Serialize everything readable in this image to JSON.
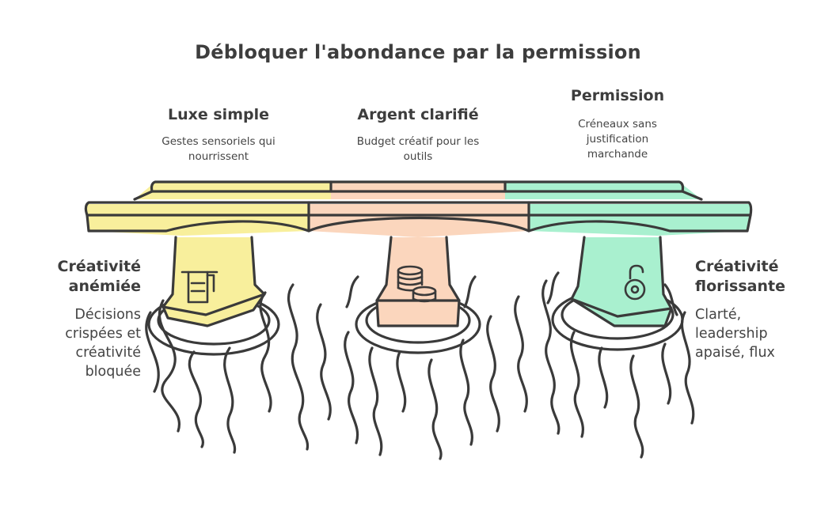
{
  "title": "Débloquer l'abondance par la permission",
  "pillars": [
    {
      "title": "Luxe simple",
      "description": "Gestes sensoriels qui nourrissent",
      "icon": "towel-rack-icon",
      "color": "#f8ef9c"
    },
    {
      "title": "Argent clarifié",
      "description": "Budget créatif pour les outils",
      "icon": "coin-stack-icon",
      "color": "#fbd6bd"
    },
    {
      "title": "Permission",
      "description": "Créneaux sans justification marchande",
      "icon": "unlocked-padlock-icon",
      "color": "#a9f0cf"
    }
  ],
  "left": {
    "title": "Créativité anémiée",
    "description": "Décisions crispées et créativité bloquée"
  },
  "right": {
    "title": "Créativité florissante",
    "description": "Clarté, leadership apaisé, flux"
  }
}
